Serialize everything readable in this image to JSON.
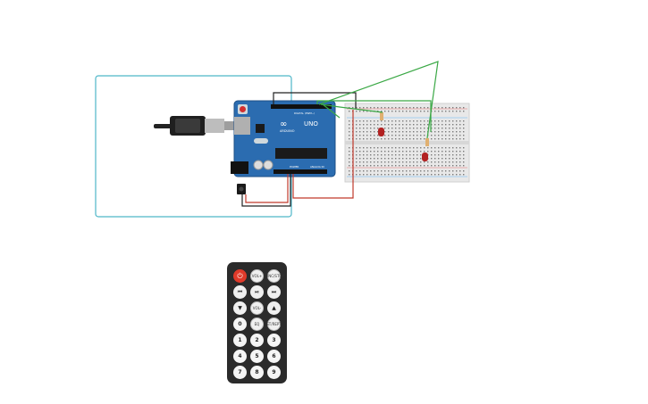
{
  "colors": {
    "arduino_board": "#2b6cb0",
    "selection_frame": "#4db6c8",
    "wire_black": "#222222",
    "wire_red": "#c0392b",
    "wire_green": "#3aa845",
    "breadboard": "#e8e8e8",
    "led": "#b22222",
    "remote_body": "#2b2b2b",
    "power_button": "#e03a2a"
  },
  "arduino": {
    "brand": "ARDUINO",
    "model": "UNO",
    "digital_label": "DIGITAL (PWM~)",
    "power_label": "POWER",
    "analog_label": "ANALOG IN"
  },
  "remote": {
    "row1": [
      "⏻",
      "VOL+",
      "FUNC/STOP"
    ],
    "row2": [
      "⏮",
      "⏯",
      "⏭"
    ],
    "row3": [
      "▼",
      "VOL-",
      "▲"
    ],
    "row4": [
      "0",
      "EQ",
      "ST/REPT"
    ],
    "row5": [
      "1",
      "2",
      "3"
    ],
    "row6": [
      "4",
      "5",
      "6"
    ],
    "row7": [
      "7",
      "8",
      "9"
    ]
  }
}
